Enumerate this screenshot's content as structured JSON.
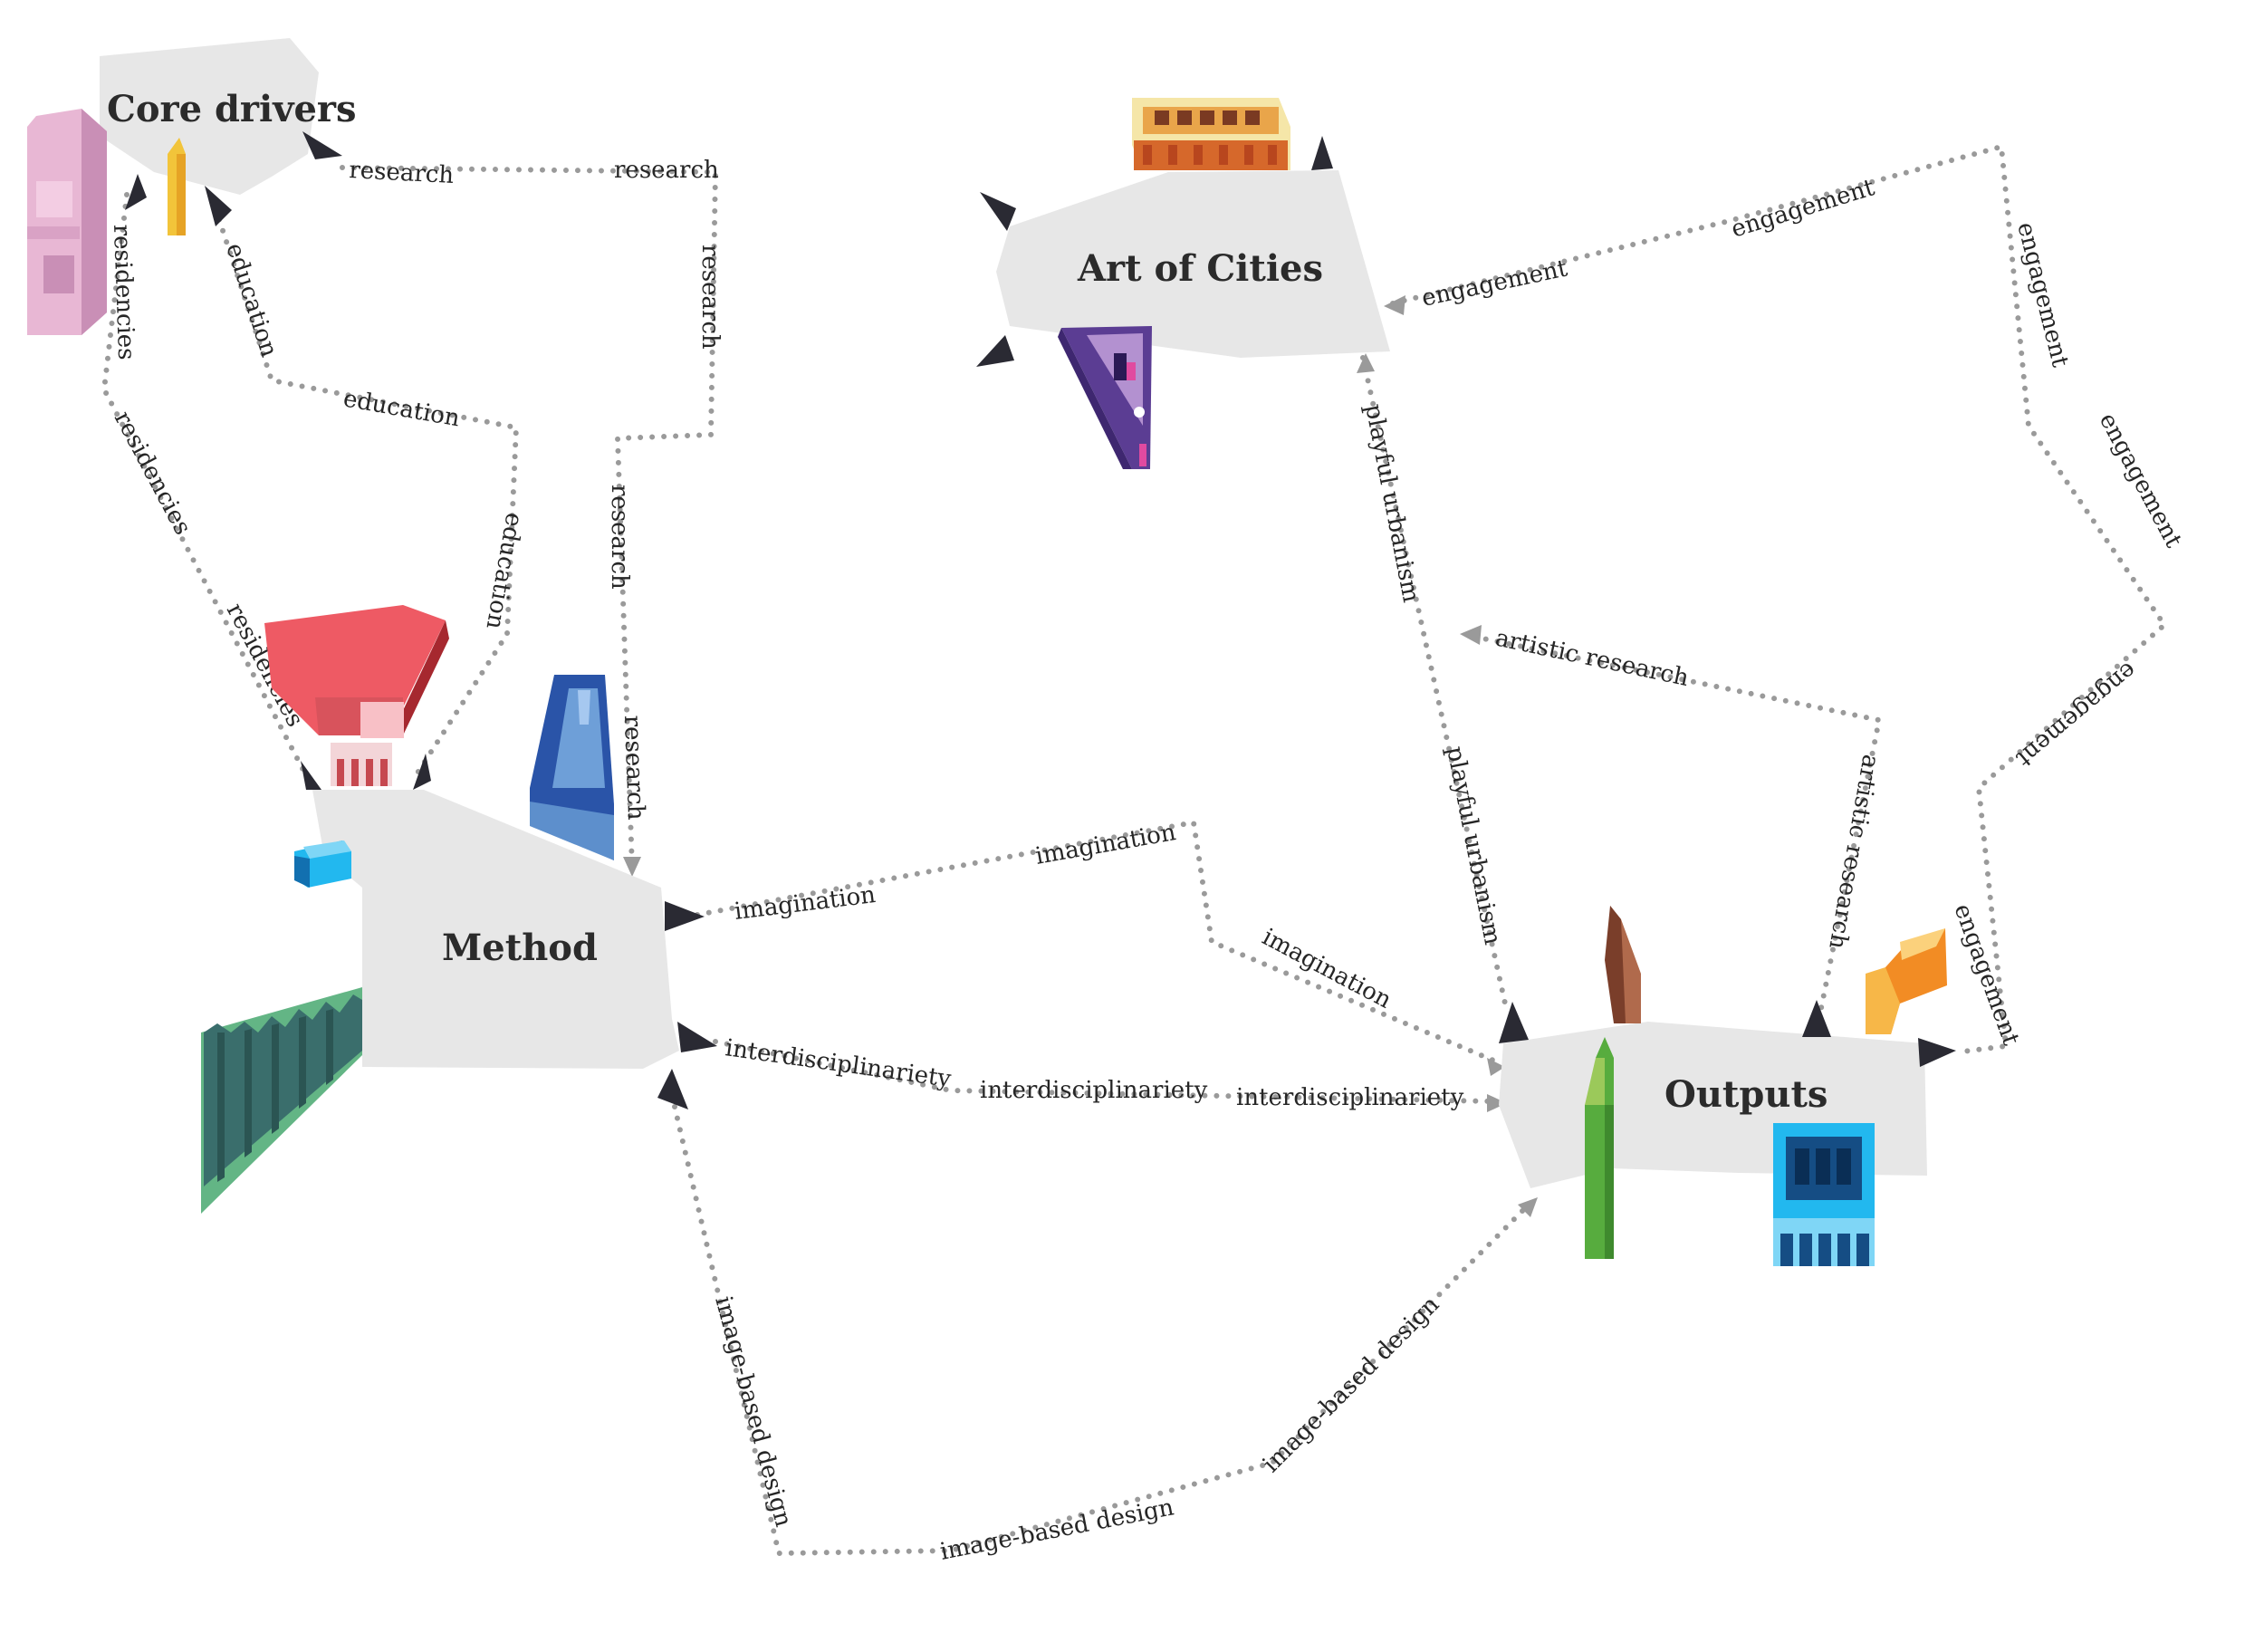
{
  "nodes": {
    "core_drivers": "Core drivers",
    "art_of_cities": "Art of Cities",
    "method": "Method",
    "outputs": "Outputs"
  },
  "edges": {
    "research": "research",
    "residencies": "residencies",
    "education": "education",
    "engagement": "engagement",
    "playful_urbanism": "playful urbanism",
    "artistic_research": "artistic research",
    "imagination": "imagination",
    "interdisciplinariety": "interdisciplinariety",
    "image_based_design": "image-based design"
  },
  "colors": {
    "node_fill": "#e7e7e7",
    "connector": "#9a9a9a",
    "arrowhead": "#2a2a33"
  }
}
